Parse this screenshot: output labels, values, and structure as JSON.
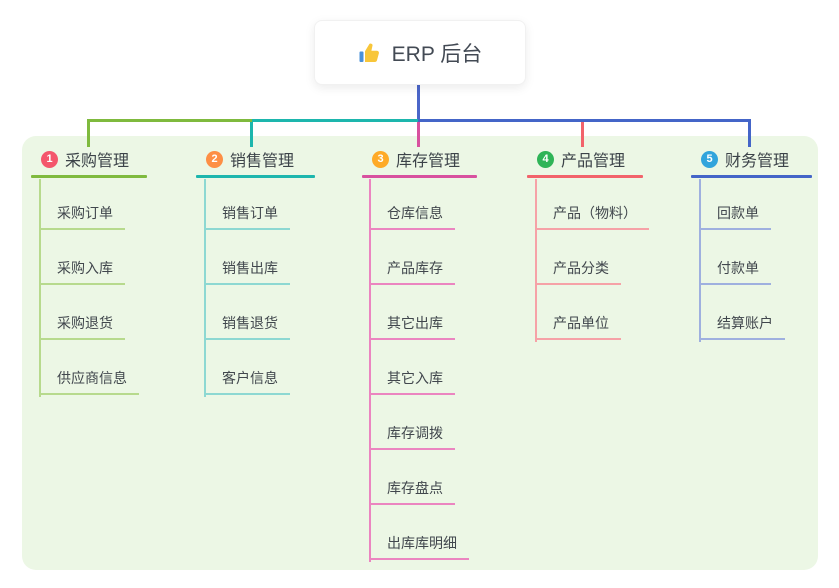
{
  "root": {
    "label": "ERP 后台",
    "icon": "thumbs-up-icon"
  },
  "canvas": {
    "background": "#ffffff",
    "panel_color": "#ecf7e5",
    "root_line_color": "#4b66c9",
    "thumb_color": "#f8c63a",
    "thumb_cuff_color": "#4a90d9"
  },
  "branches": [
    {
      "index": "1",
      "label": "采购管理",
      "badge_color": "#f4566c",
      "line_color": "#7fba3e",
      "light_line_color": "#b7da8d",
      "children": [
        "采购订单",
        "采购入库",
        "采购退货",
        "供应商信息"
      ]
    },
    {
      "index": "2",
      "label": "销售管理",
      "badge_color": "#fd8f45",
      "line_color": "#1db6ad",
      "light_line_color": "#8dd8d2",
      "children": [
        "销售订单",
        "销售出库",
        "销售退货",
        "客户信息"
      ]
    },
    {
      "index": "3",
      "label": "库存管理",
      "badge_color": "#feaa27",
      "line_color": "#d8519f",
      "light_line_color": "#eb85c0",
      "children": [
        "仓库信息",
        "产品库存",
        "其它出库",
        "其它入库",
        "库存调拨",
        "库存盘点",
        "出库库明细"
      ]
    },
    {
      "index": "4",
      "label": "产品管理",
      "badge_color": "#2fb457",
      "line_color": "#f2636b",
      "light_line_color": "#f6a2a7",
      "children": [
        "产品（物料）",
        "产品分类",
        "产品单位"
      ]
    },
    {
      "index": "5",
      "label": "财务管理",
      "badge_color": "#31a4dc",
      "line_color": "#4465c8",
      "light_line_color": "#9fb0df",
      "children": [
        "回款单",
        "付款单",
        "结算账户"
      ]
    }
  ]
}
